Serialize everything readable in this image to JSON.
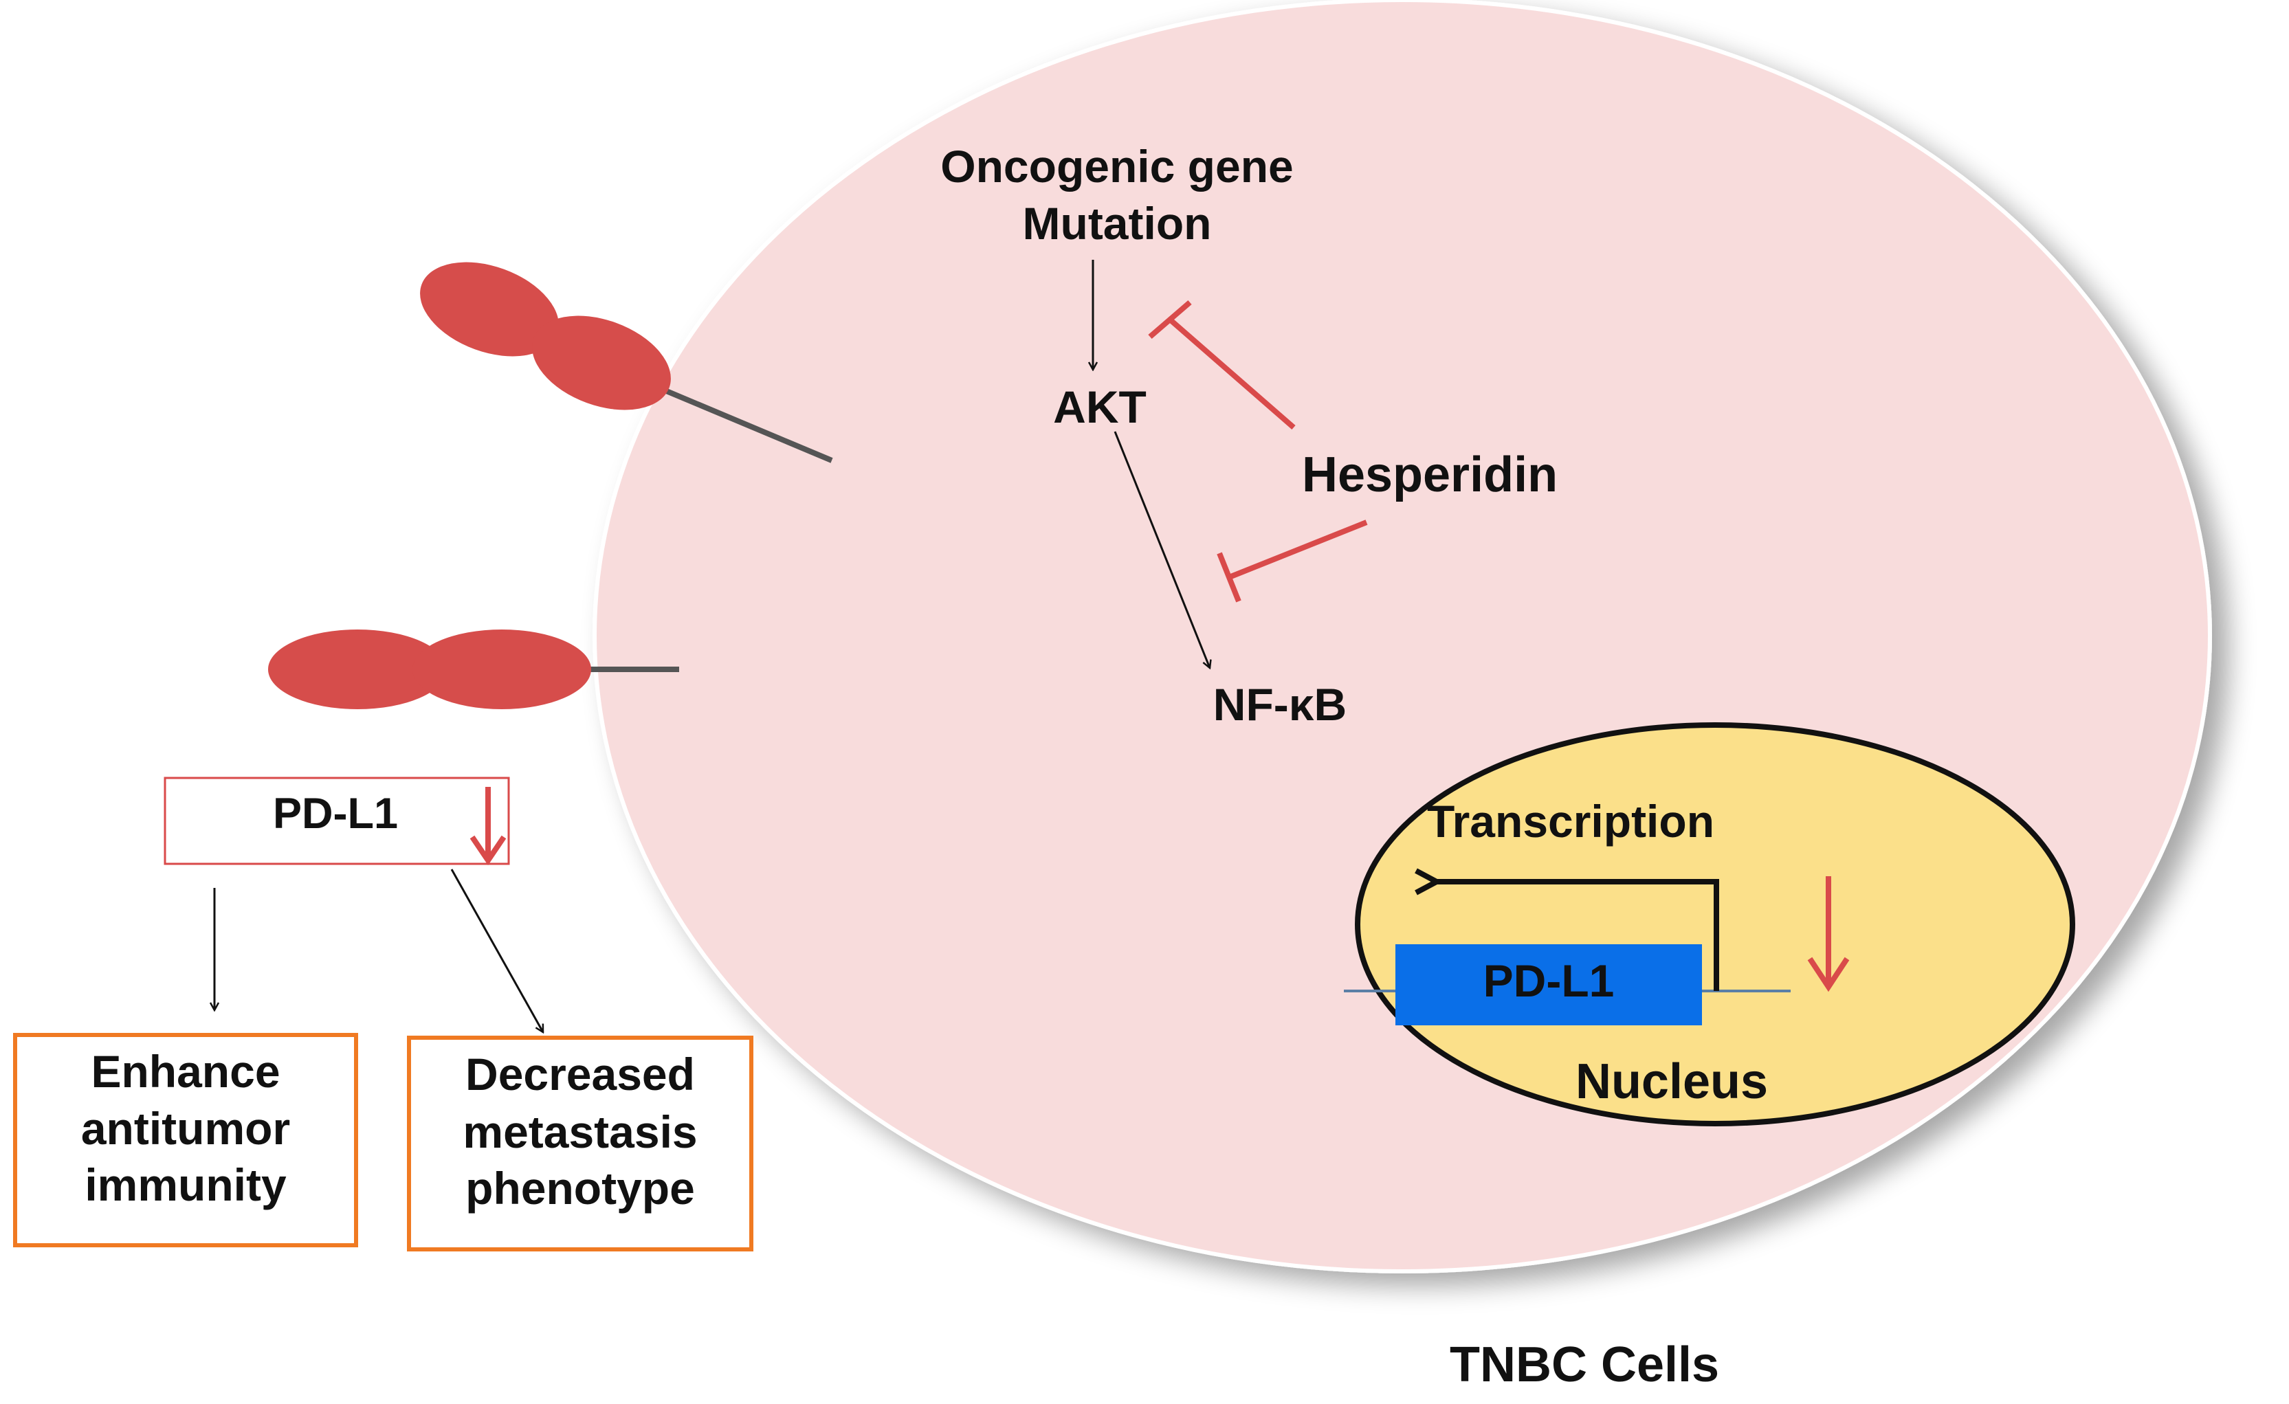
{
  "labels": {
    "mutation_line1": "Oncogenic gene",
    "mutation_line2": "Mutation",
    "akt": "AKT",
    "nfkb": "NF-κB",
    "hesperidin": "Hesperidin",
    "transcription": "Transcription",
    "gene_pdl1": "PD-L1",
    "nucleus": "Nucleus",
    "membrane_pdl1": "PD-L1",
    "outcome_immunity_line1": "Enhance",
    "outcome_immunity_line2": "antitumor",
    "outcome_immunity_line3": "immunity",
    "outcome_metastasis_line1": "Decreased",
    "outcome_metastasis_line2": "metastasis",
    "outcome_metastasis_line3": "phenotype",
    "cell_caption": "TNBC Cells"
  },
  "colors": {
    "cell_fill": "#f8dcdc",
    "nucleus_fill": "#fbe08a",
    "gene_box_fill": "#0a6fe8",
    "receptor_fill": "#d64d4b",
    "inhibition_red": "#d94a4a",
    "outcome_border": "#f07a22"
  }
}
